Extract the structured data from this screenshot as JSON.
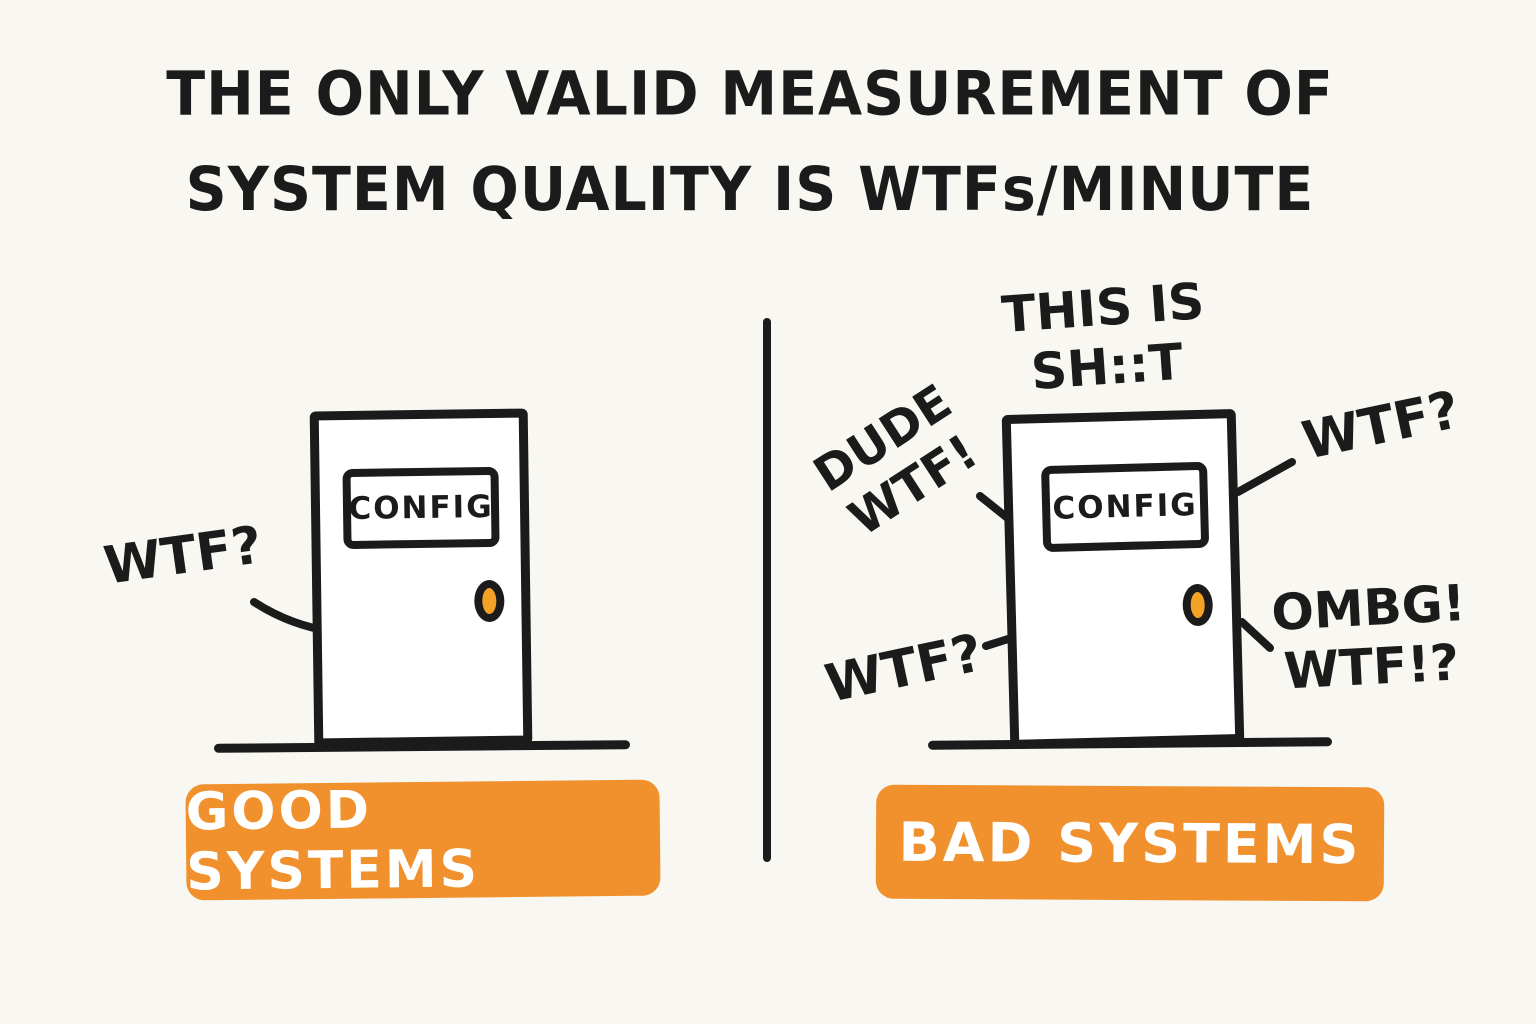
{
  "title": {
    "line1": "THE ONLY VALID MEASUREMENT OF",
    "line2": "SYSTEM QUALITY IS WTFs/MINUTE"
  },
  "colors": {
    "background": "#F8F7F2",
    "ink": "#1B1B1B",
    "accent_orange": "#F0912D",
    "handle_orange": "#F5A126",
    "label_text": "#FFFFFF"
  },
  "good_panel": {
    "door_sign": "CONFIG",
    "callout_wtf": "WTF?",
    "label": "GOOD SYSTEMS"
  },
  "bad_panel": {
    "door_sign": "CONFIG",
    "callout_top": {
      "line1": "THIS IS",
      "line2": "SH::T"
    },
    "callout_upper_left": {
      "line1": "DUDE",
      "line2": "WTF!"
    },
    "callout_upper_right": "WTF?",
    "callout_lower_left": "WTF?",
    "callout_lower_right": {
      "line1": "OMBG!",
      "line2": "WTF!?"
    },
    "label": "BAD SYSTEMS"
  }
}
